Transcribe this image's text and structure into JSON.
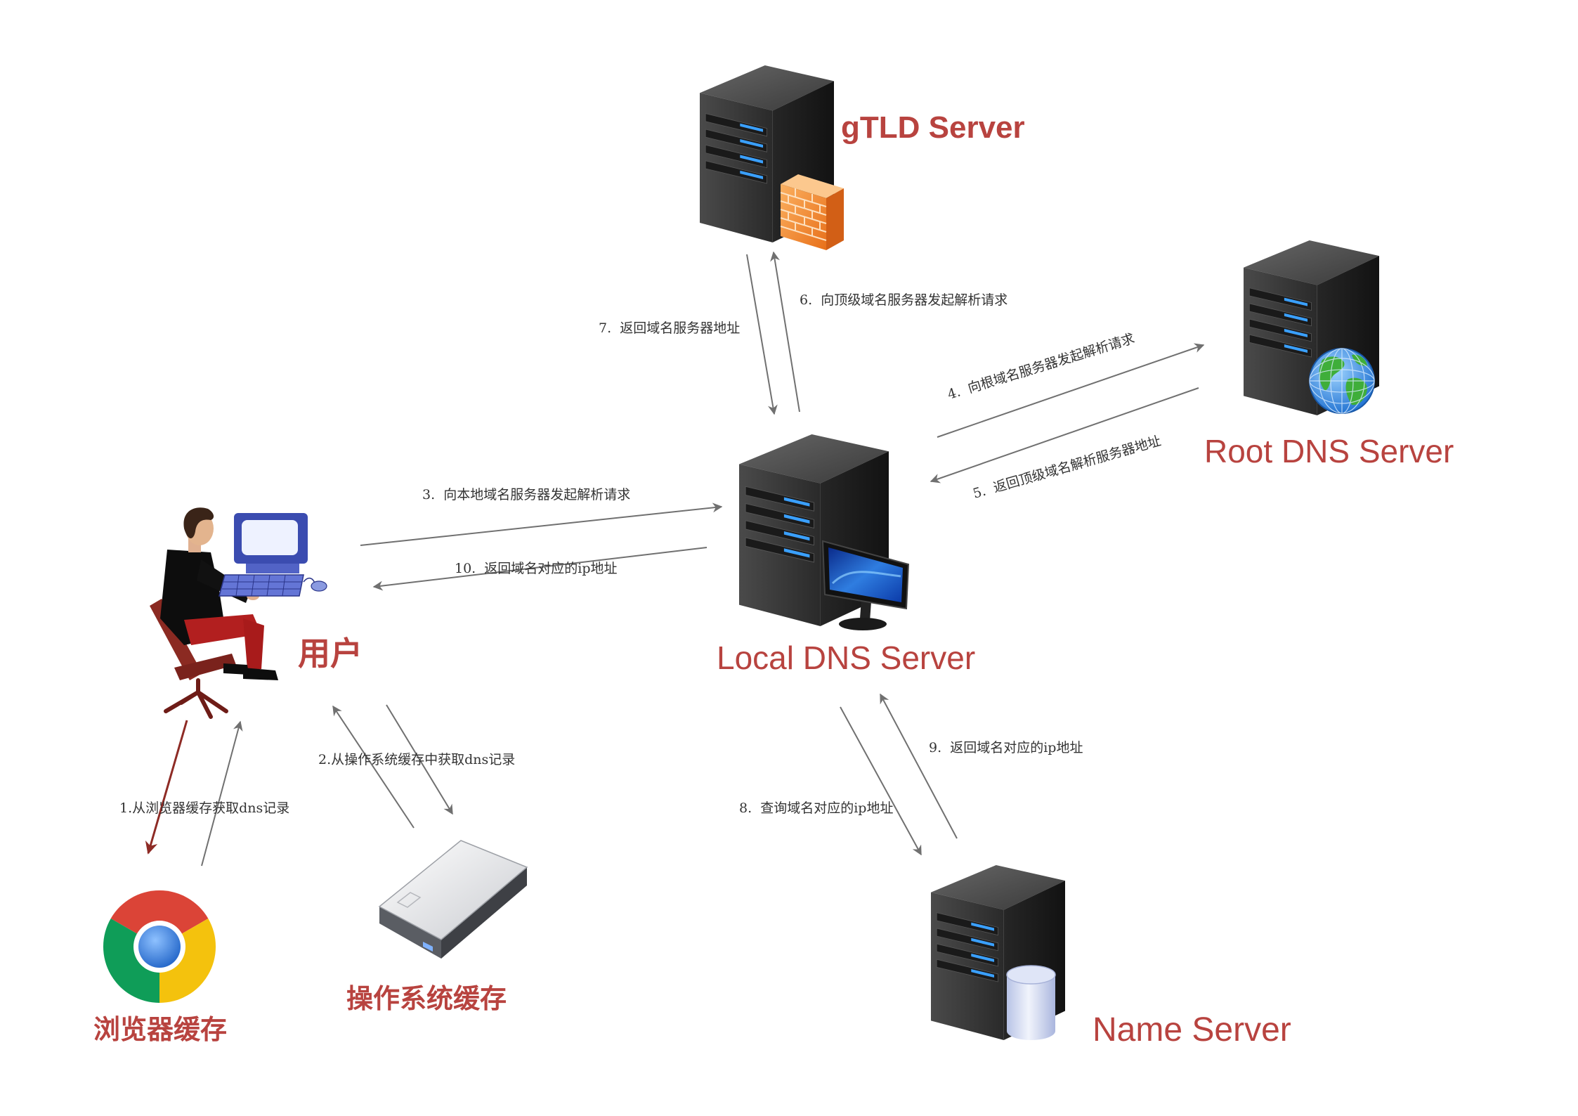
{
  "nodes": {
    "gtld": "gTLD Server",
    "root": "Root DNS Server",
    "local": "Local DNS Server",
    "name": "Name Server",
    "user": "用户",
    "browser_cache": "浏览器缓存",
    "os_cache": "操作系统缓存"
  },
  "steps": {
    "s1": "1.从浏览器缓存获取dns记录",
    "s2": "2.从操作系统缓存中获取dns记录",
    "s3": "3.  向本地域名服务器发起解析请求",
    "s4": "4.  向根域名服务器发起解析请求",
    "s5": "5.  返回顶级域名解析服务器地址",
    "s6": "6.  向顶级域名服务器发起解析请求",
    "s7": "7.  返回域名服务器地址",
    "s8": "8.  查询域名对应的ip地址",
    "s9": "9.  返回域名对应的ip地址",
    "s10": "10.  返回域名对应的ip地址"
  },
  "icons": {
    "gtld": "server-firewall-icon",
    "root": "server-globe-icon",
    "local": "server-monitor-icon",
    "name": "server-database-icon",
    "user": "user-at-computer-icon",
    "browser_cache": "chrome-icon",
    "os_cache": "hard-drive-icon"
  },
  "colors": {
    "label": "#b8433f",
    "arrow": "#707070",
    "arrow_step1": "#8e2b25"
  }
}
